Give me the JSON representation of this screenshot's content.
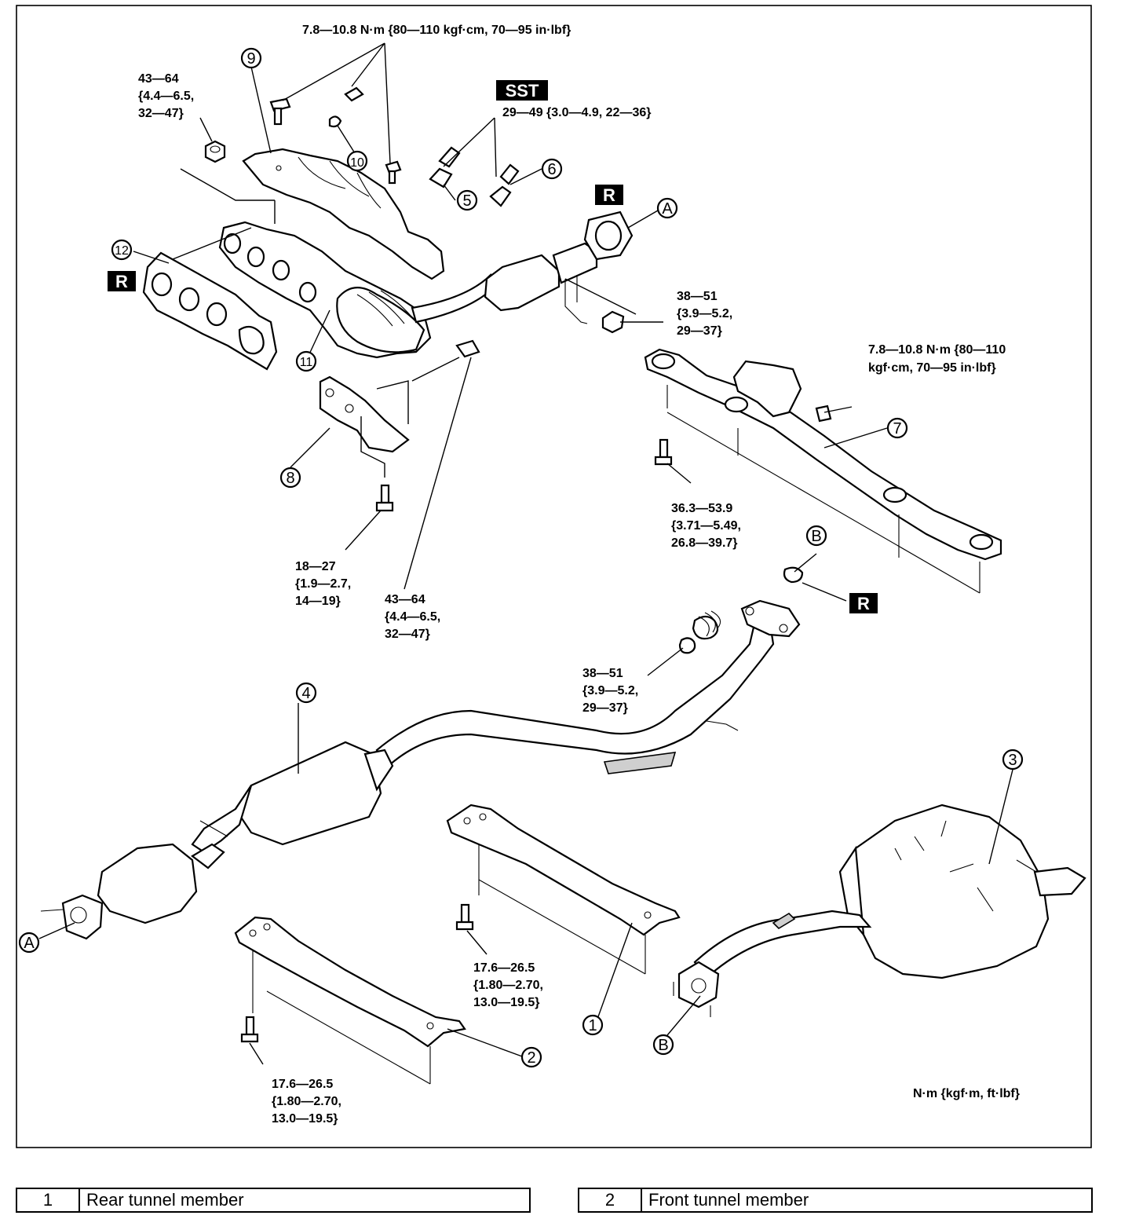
{
  "torque": {
    "t_top": "7.8—10.8 N·m {80—110 kgf·cm, 70—95 in·lbf}",
    "t_nut_tl": [
      "43—64",
      "{4.4—6.5,",
      "32—47}"
    ],
    "t_sst": "29—49 {3.0—4.9, 22—36}",
    "t_nut_mid": [
      "38—51",
      "{3.9—5.2,",
      "29—37}"
    ],
    "t_right": [
      "7.8—10.8 N·m {80—110",
      "kgf·cm, 70—95 in·lbf}"
    ],
    "t_crossmember": [
      "36.3—53.9",
      "{3.71—5.49,",
      "26.8—39.7}"
    ],
    "t_bracket": [
      "18—27",
      "{1.9—2.7,",
      "14—19}"
    ],
    "t_bolt_center": [
      "43—64",
      "{4.4—6.5,",
      "32—47}"
    ],
    "t_spring": [
      "38—51",
      "{3.9—5.2,",
      "29—37}"
    ],
    "t_tunnel1": [
      "17.6—26.5",
      "{1.80—2.70,",
      "13.0—19.5}"
    ],
    "t_tunnel2": [
      "17.6—26.5",
      "{1.80—2.70,",
      "13.0—19.5}"
    ]
  },
  "tags": {
    "sst": "SST",
    "r": "R"
  },
  "callouts": {
    "c1": "1",
    "c2": "2",
    "c3": "3",
    "c4": "4",
    "c5": "5",
    "c6": "6",
    "c7": "7",
    "c8": "8",
    "c9": "9",
    "c10": "10",
    "c11": "11",
    "c12": "12",
    "a": "A",
    "b": "B"
  },
  "units_note": "N·m {kgf·m, ft·lbf}",
  "legend": [
    {
      "num": "1",
      "name": "Rear tunnel member"
    },
    {
      "num": "2",
      "name": "Front tunnel member"
    }
  ]
}
